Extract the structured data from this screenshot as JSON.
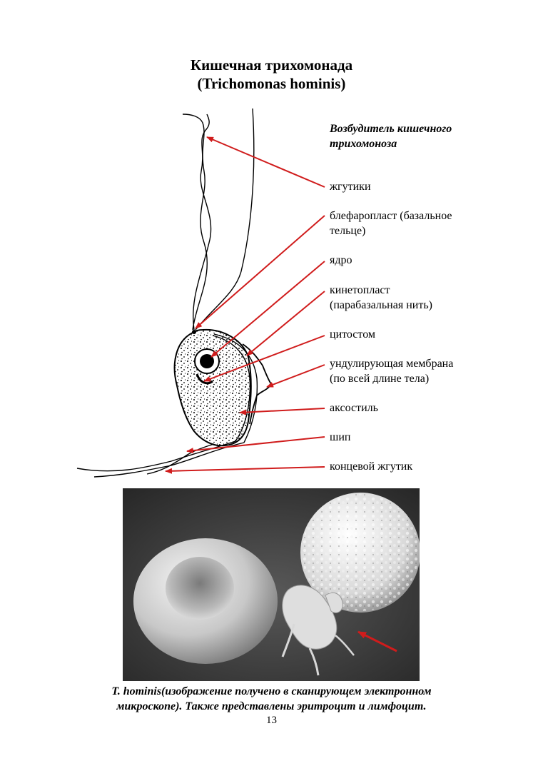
{
  "title": {
    "line1": "Кишечная трихомонада",
    "line2": "(Trichomonas hominis)"
  },
  "subtitle": {
    "line1": "Возбудитель кишечного",
    "line2": "трихомоноза"
  },
  "labels": {
    "flagella": "жгутики",
    "blepharoplast_1": "блефаропласт (базальное",
    "blepharoplast_2": "тельце)",
    "nucleus": "ядро",
    "kinetoplast_1": "кинетопласт",
    "kinetoplast_2": "(парабазальная нить)",
    "cytostome": "цитостом",
    "membrane_1": "ундулирующая мембрана",
    "membrane_2": "(по всей длине тела)",
    "axostyle": "аксостиль",
    "spine": "шип",
    "terminal_flagellum": "концевой жгутик"
  },
  "caption": {
    "line1": "T. hominis(изображение получено в сканирующем электронном",
    "line2": "микроскопе). Также представлены эритроцит и лимфоцит."
  },
  "page_number": "13",
  "colors": {
    "arrow": "#d01c1c",
    "photo_background": "#333333"
  }
}
